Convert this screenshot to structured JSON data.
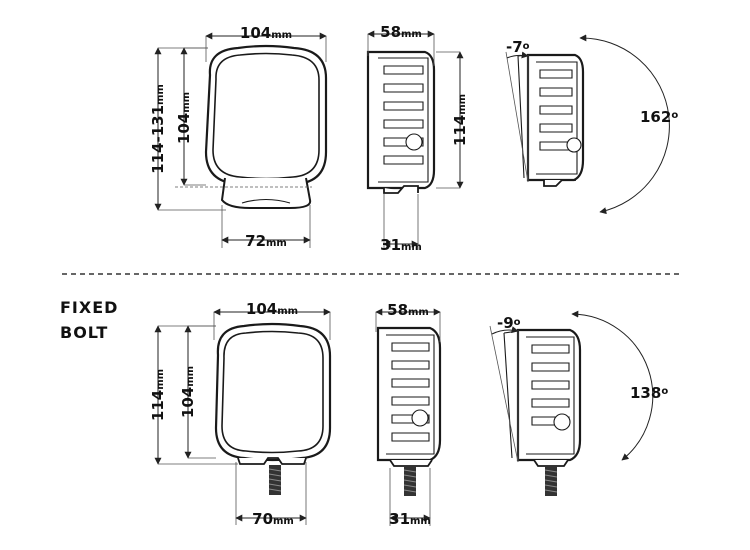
{
  "top_section": {
    "front_width": {
      "value": "104",
      "unit": "mm"
    },
    "front_height_range": {
      "value": "114-131",
      "unit": "mm"
    },
    "front_height": {
      "value": "104",
      "unit": "mm"
    },
    "bracket_width": {
      "value": "72",
      "unit": "mm"
    },
    "side_depth": {
      "value": "58",
      "unit": "mm"
    },
    "side_height": {
      "value": "114",
      "unit": "mm"
    },
    "side_base": {
      "value": "31",
      "unit": "mm"
    },
    "tilt_negative": {
      "value": "-7",
      "unit": "o"
    },
    "tilt_range": {
      "value": "162",
      "unit": "o"
    }
  },
  "divider": {
    "style": "dashed"
  },
  "bottom_section": {
    "label_line1": "FIXED",
    "label_line2": "BOLT",
    "front_width": {
      "value": "104",
      "unit": "mm"
    },
    "front_height_outer": {
      "value": "114",
      "unit": "mm"
    },
    "front_height": {
      "value": "104",
      "unit": "mm"
    },
    "bolt_spacing": {
      "value": "70",
      "unit": "mm"
    },
    "side_depth": {
      "value": "58",
      "unit": "mm"
    },
    "side_base": {
      "value": "31",
      "unit": "mm"
    },
    "tilt_negative": {
      "value": "-9",
      "unit": "o"
    },
    "tilt_range": {
      "value": "138",
      "unit": "o"
    }
  }
}
